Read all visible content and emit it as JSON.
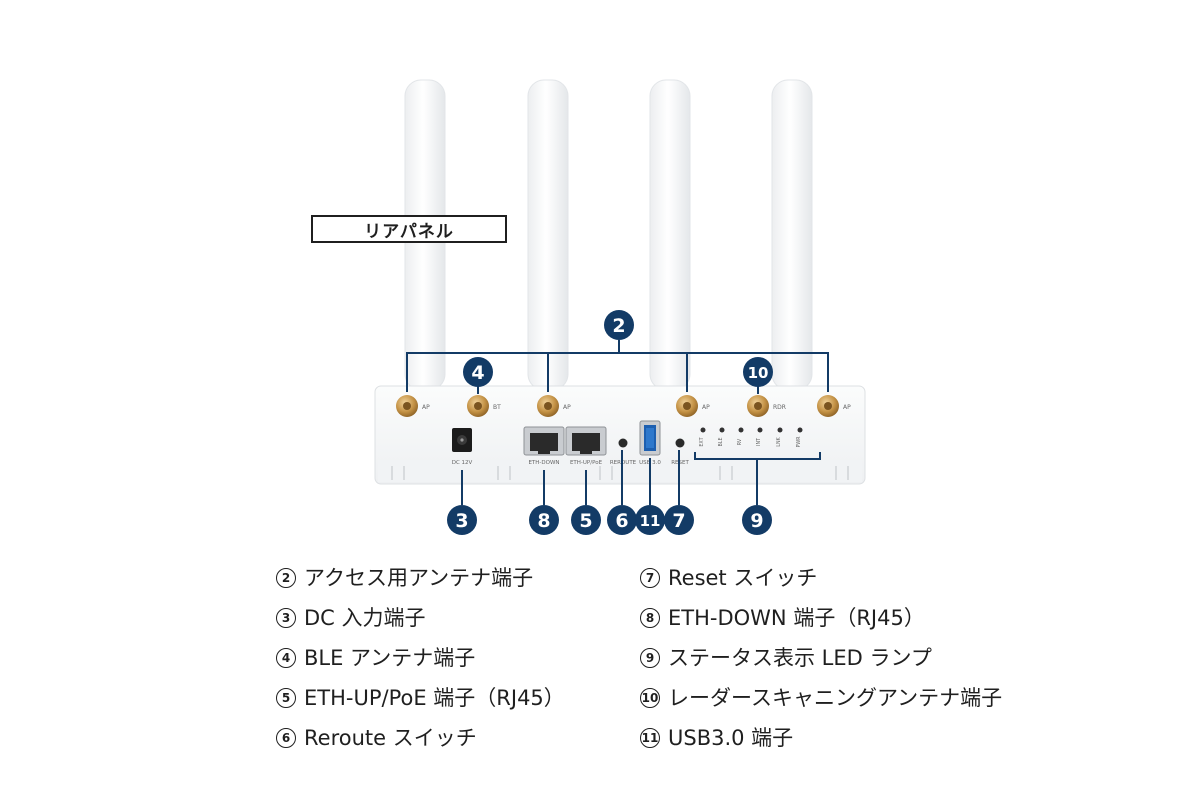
{
  "panel_title": "リアパネル",
  "colors": {
    "marker": "#133b66",
    "line": "#133b66",
    "antenna": "#b7843b",
    "body": "#f7f8f9",
    "port": "#c9ccd0"
  },
  "markers": {
    "n2": "2",
    "n3": "3",
    "n4": "4",
    "n5": "5",
    "n6": "6",
    "n7": "7",
    "n8": "8",
    "n9": "9",
    "n10": "10",
    "n11": "11"
  },
  "connector_labels": {
    "ap1": "AP",
    "bt": "BT",
    "ap2": "AP",
    "ap3": "AP",
    "rdr": "RDR",
    "ap4": "AP"
  },
  "port_labels": {
    "dc": "DC 12V",
    "eth_down": "ETH-DOWN",
    "eth_up": "ETH-UP/PoE",
    "reroute": "REROUTE",
    "usb": "USB 3.0",
    "reset": "RESET"
  },
  "led_labels": [
    "EXT",
    "BLE",
    "RV",
    "INT",
    "LNK",
    "PWR"
  ],
  "legend": [
    {
      "num": "2",
      "text": "アクセス用アンテナ端子"
    },
    {
      "num": "3",
      "text": "DC 入力端子"
    },
    {
      "num": "4",
      "text": "BLE アンテナ端子"
    },
    {
      "num": "5",
      "text": "ETH-UP/PoE 端子（RJ45）"
    },
    {
      "num": "6",
      "text": "Reroute スイッチ"
    },
    {
      "num": "7",
      "text": "Reset スイッチ"
    },
    {
      "num": "8",
      "text": "ETH-DOWN 端子（RJ45）"
    },
    {
      "num": "9",
      "text": "ステータス表示 LED ランプ"
    },
    {
      "num": "10",
      "text": "レーダースキャニングアンテナ端子"
    },
    {
      "num": "11",
      "text": "USB3.0 端子"
    }
  ]
}
